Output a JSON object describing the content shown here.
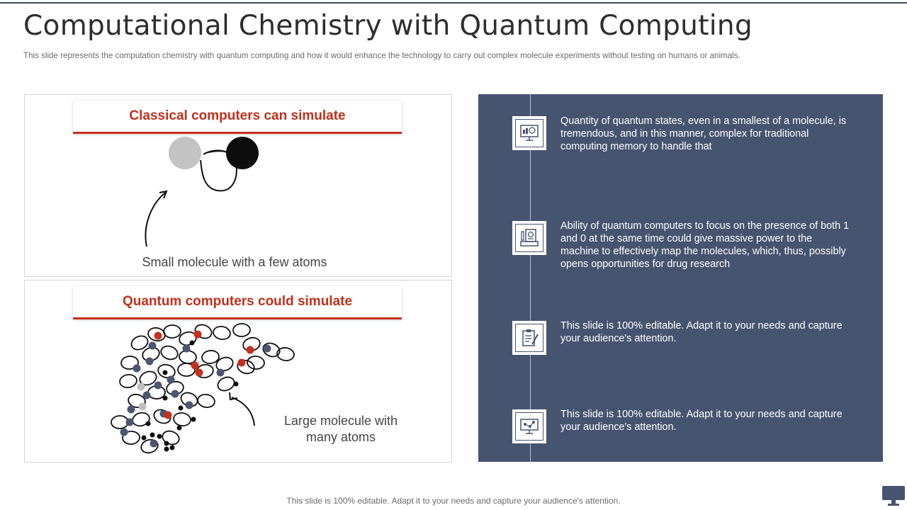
{
  "title": "Computational Chemistry with Quantum Computing",
  "subtitle": "This slide represents the computation chemistry with quantum computing and how it would enhance the technology to carry out complex molecule experiments without testing on humans or animals.",
  "left": {
    "classical": {
      "heading": "Classical computers can simulate",
      "caption": "Small molecule with a few atoms"
    },
    "quantum": {
      "heading": "Quantum computers could simulate",
      "caption": "Large molecule with many atoms"
    }
  },
  "right": {
    "items": [
      {
        "icon": "monitor-dashboard-icon",
        "text": "Quantity of quantum states, even in a smallest of a molecule, is tremendous, and in this manner, complex for traditional computing memory to handle that"
      },
      {
        "icon": "quantum-machine-icon",
        "text": "Ability of quantum computers to focus on the presence of both 1 and 0 at the same time could give massive power to the machine to effectively map the molecules, which, thus, possibly opens opportunities for drug research"
      },
      {
        "icon": "clipboard-checklist-icon",
        "text": "This slide is 100% editable. Adapt it to your needs and capture your audience's attention."
      },
      {
        "icon": "network-monitor-icon",
        "text": "This slide is 100% editable. Adapt it to your needs and capture your audience's attention."
      }
    ]
  },
  "footer": "This slide is 100% editable. Adapt it to your needs and capture your audience's attention.",
  "colors": {
    "accent_red": "#c0301c",
    "panel_navy": "#475470"
  }
}
